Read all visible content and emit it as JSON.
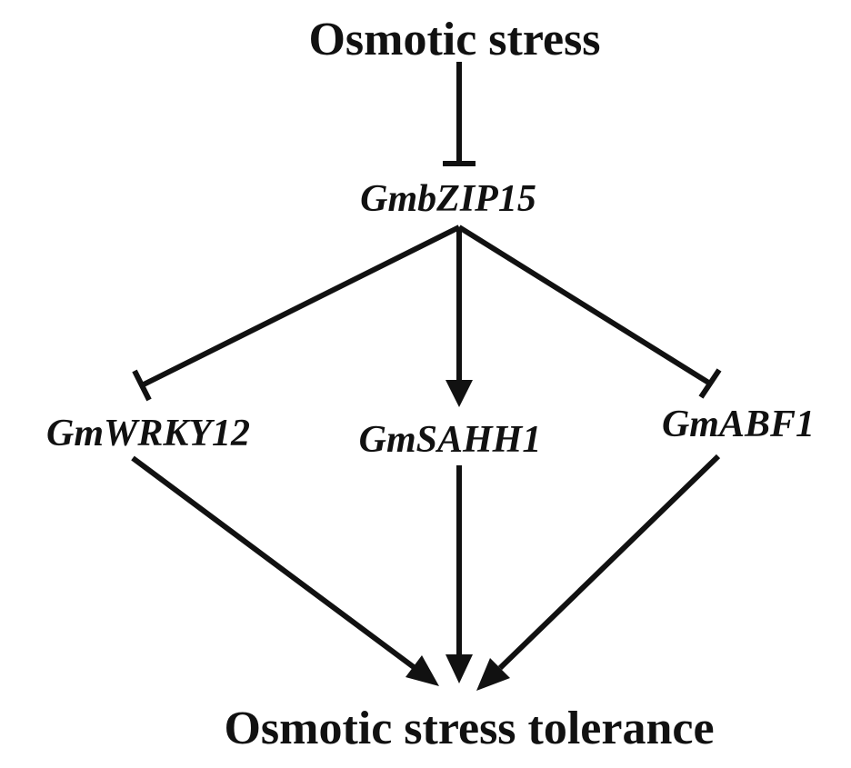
{
  "nodes": {
    "osmotic_stress": "Osmotic stress",
    "gmbzip15": "GmbZIP15",
    "gmwrky12": "GmWRKY12",
    "gmsahh1": "GmSAHH1",
    "gmabf1": "GmABF1",
    "tolerance": "Osmotic stress tolerance"
  },
  "edges": [
    {
      "from": "osmotic_stress",
      "to": "gmbzip15",
      "type": "inhibition"
    },
    {
      "from": "gmbzip15",
      "to": "gmwrky12",
      "type": "inhibition"
    },
    {
      "from": "gmbzip15",
      "to": "gmsahh1",
      "type": "activation"
    },
    {
      "from": "gmbzip15",
      "to": "gmabf1",
      "type": "inhibition"
    },
    {
      "from": "gmwrky12",
      "to": "tolerance",
      "type": "activation"
    },
    {
      "from": "gmsahh1",
      "to": "tolerance",
      "type": "activation"
    },
    {
      "from": "gmabf1",
      "to": "tolerance",
      "type": "activation"
    }
  ],
  "colors": {
    "ink": "#111111",
    "background": "#ffffff"
  }
}
